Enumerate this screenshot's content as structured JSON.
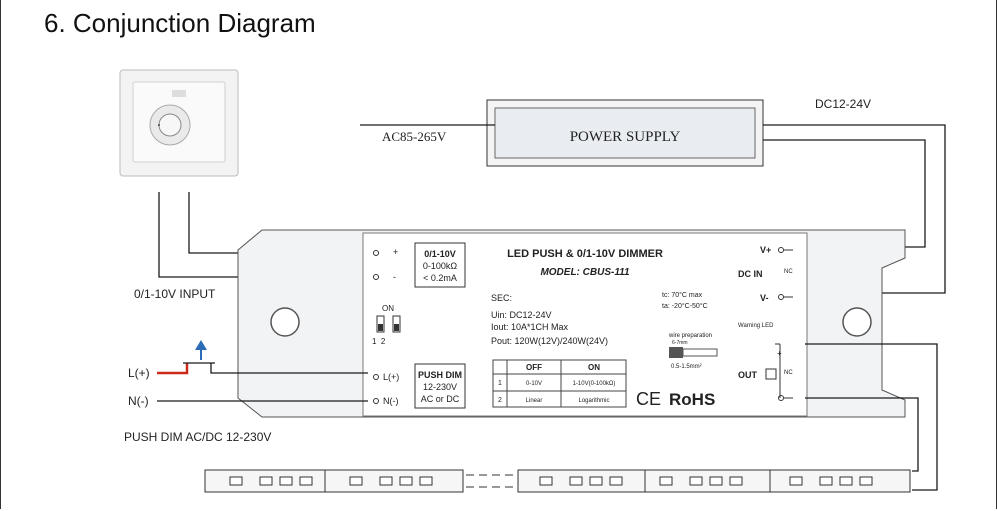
{
  "page": {
    "title": "6. Conjunction Diagram"
  },
  "power_supply": {
    "label": "POWER SUPPLY",
    "ac_label": "AC85-265V",
    "dc_label": "DC12-24V"
  },
  "labels": {
    "input": "0/1-10V INPUT",
    "l_plus": "L(+)",
    "n_minus": "N(-)",
    "push_dim": "PUSH DIM AC/DC 12-230V"
  },
  "device": {
    "title": "LED PUSH & 0/1-10V DIMMER",
    "model": "MODEL: CBUS-111",
    "box_010": [
      "0/1-10V",
      "0-100kΩ",
      "< 0.2mA"
    ],
    "box_push": [
      "PUSH DIM",
      "12-230V",
      "AC or DC"
    ],
    "term_plus": "+",
    "term_minus": "-",
    "term_l": "L(+)",
    "term_n": "N(-)",
    "switch_on": "ON",
    "switch_nums": "1  2",
    "sec": "SEC:",
    "uin": "Uin: DC12-24V",
    "iout": "Iout: 10A*1CH Max",
    "pout": "Pout: 120W(12V)/240W(24V)",
    "tc": "tc: 70°C max",
    "ta": "ta: -20°C-50°C",
    "wire_prep": "wire preparation",
    "wire_len": "6-7mm",
    "wire_size": "0.5-1.5mm²",
    "warning": "Warning LED",
    "vplus": "V+",
    "dcin": "DC IN",
    "vminus": "V-",
    "out": "OUT",
    "nc": "NC",
    "ce": "CE",
    "rohs": "RoHS",
    "table": {
      "headers": [
        "OFF",
        "ON"
      ],
      "rows": [
        {
          "n": "1",
          "off": "0-10V",
          "on": "1-10V(0-100kΩ)"
        },
        {
          "n": "2",
          "off": "Linear",
          "on": "Logarithmic"
        }
      ]
    }
  },
  "colors": {
    "line": "#1a1a1a",
    "red": "#cc2a1a",
    "blue": "#2b6cb8",
    "box_fill": "#eef1f5"
  }
}
